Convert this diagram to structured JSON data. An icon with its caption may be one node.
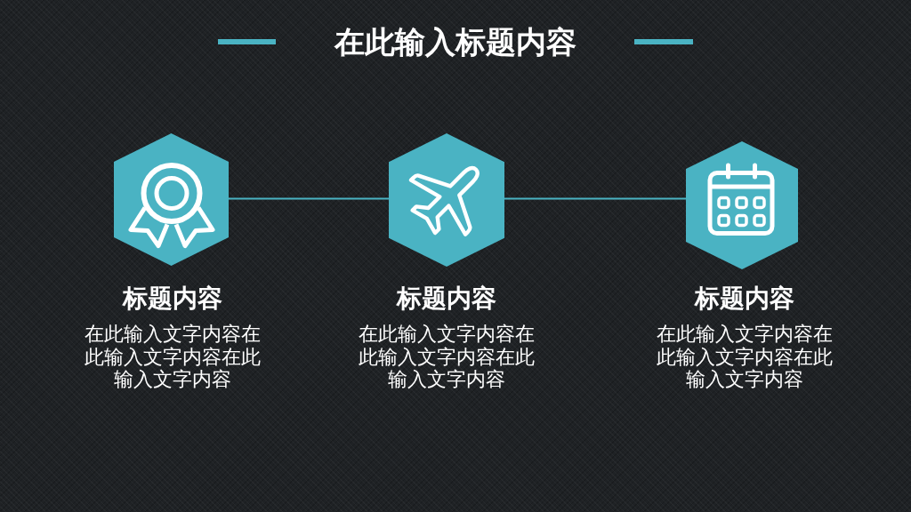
{
  "diagram": {
    "title": "在此输入标题内容",
    "nodes": [
      {
        "text": [],
        "shape": "hexagon",
        "beside": [
          "标题内容",
          "在此输入文字内容在此输入文字内容在此输入文字内容"
        ]
      },
      {
        "text": [],
        "shape": "hexagon",
        "beside": [
          "标题内容",
          "在此输入文字内容在此输入文字内容在此输入文字内容"
        ]
      },
      {
        "text": [],
        "shape": "hexagon",
        "beside": [
          "标题内容",
          "在此输入文字内容在此输入文字内容在此输入文字内容"
        ]
      }
    ],
    "edges": [
      {
        "from": 0,
        "to": 1,
        "arrow": "none"
      },
      {
        "from": 1,
        "to": 2,
        "arrow": "none"
      }
    ]
  }
}
